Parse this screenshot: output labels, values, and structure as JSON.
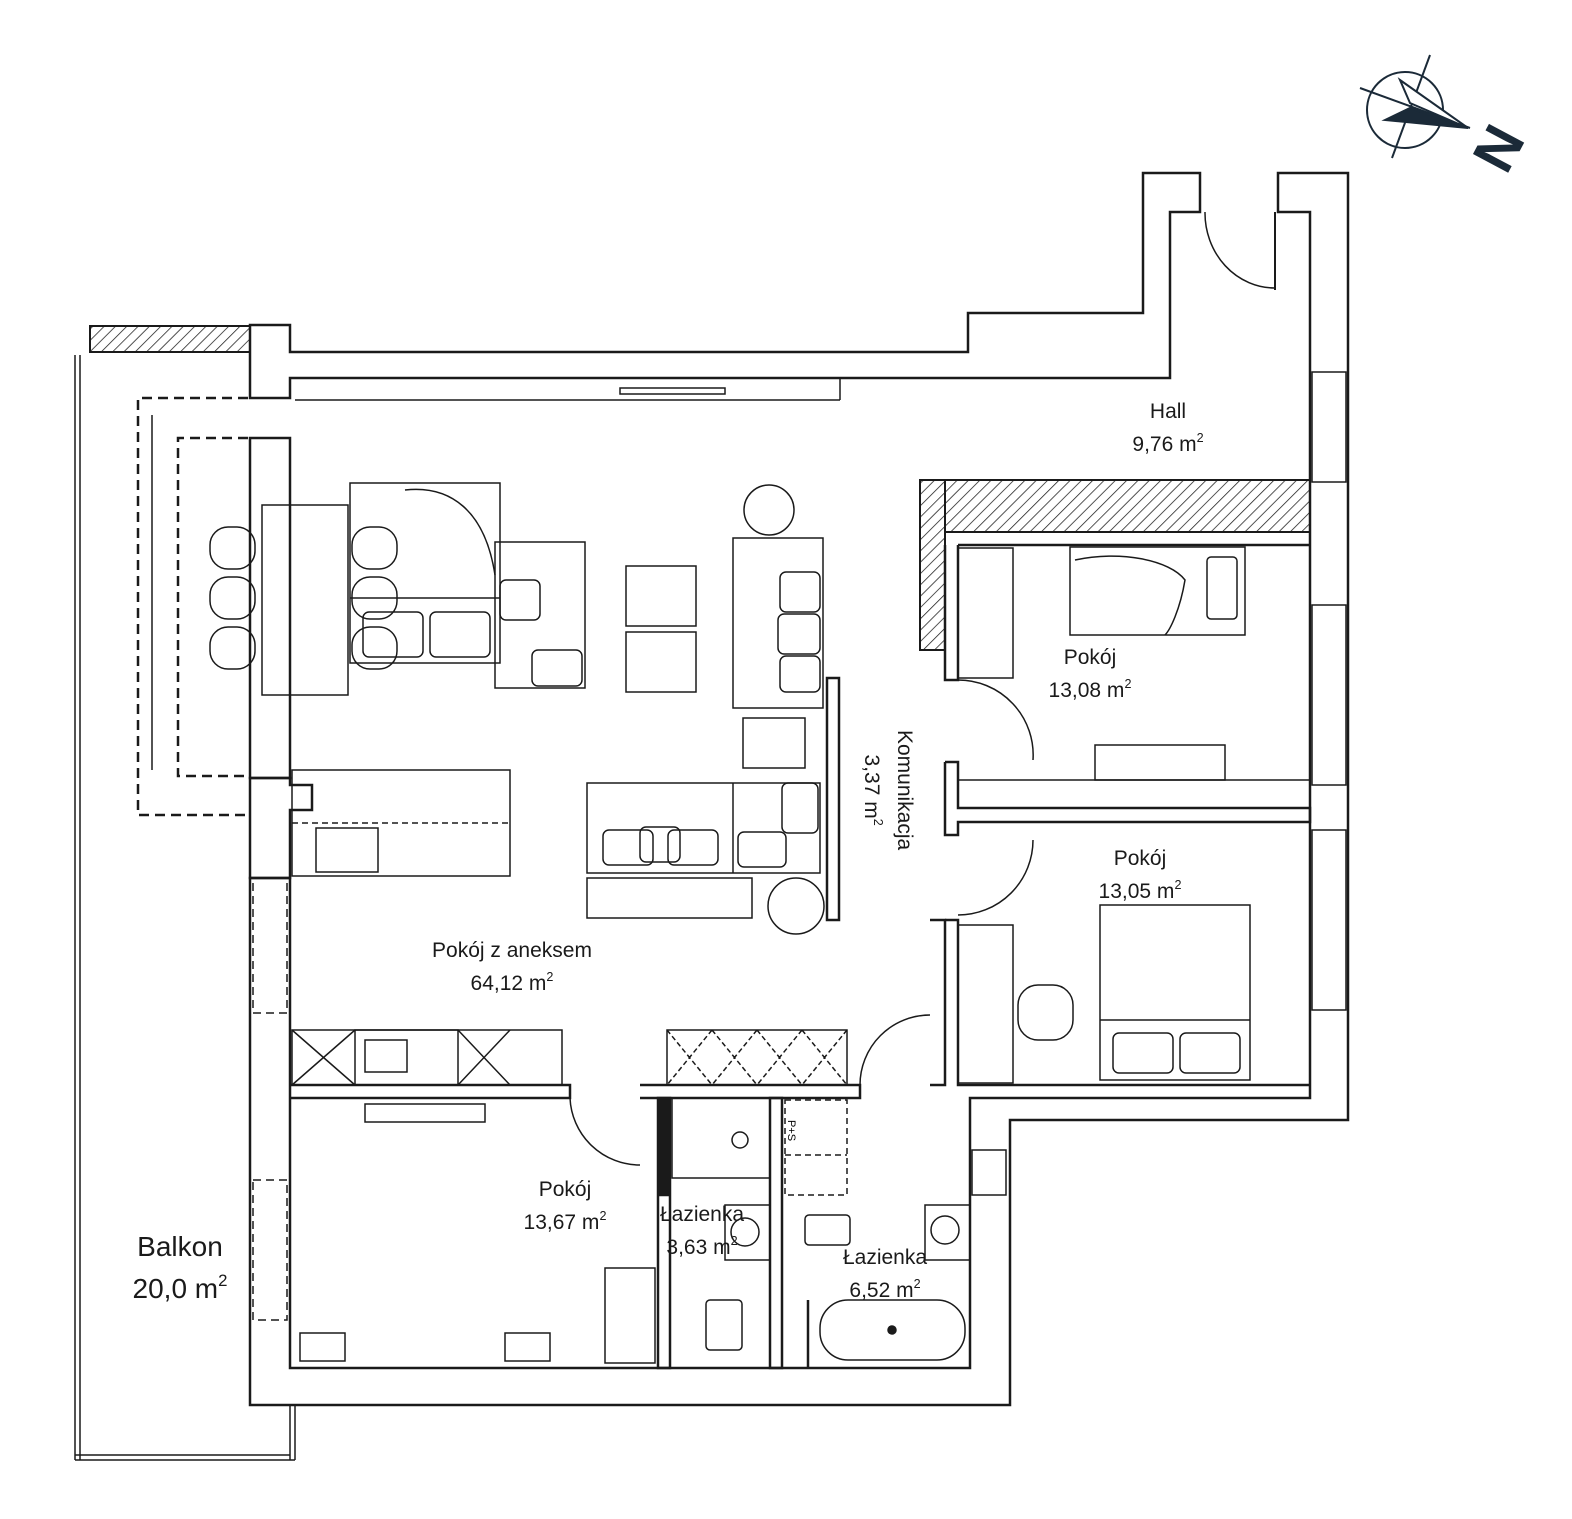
{
  "compass": {
    "label": "N",
    "color": "#1b2a38"
  },
  "rooms": [
    {
      "name": "Hall",
      "area": "9,76 m",
      "unit_exp": "2"
    },
    {
      "name": "Pokój",
      "area": "13,08 m",
      "unit_exp": "2"
    },
    {
      "name": "Pokój",
      "area": "13,05 m",
      "unit_exp": "2"
    },
    {
      "name": "Pokój z aneksem",
      "area": "64,12 m",
      "unit_exp": "2"
    },
    {
      "name": "Pokój",
      "area": "13,67 m",
      "unit_exp": "2"
    },
    {
      "name": "Łazienka",
      "area": "3,63 m",
      "unit_exp": "2"
    },
    {
      "name": "Łazienka",
      "area": "6,52 m",
      "unit_exp": "2"
    },
    {
      "name": "Balkon",
      "area": "20,0 m",
      "unit_exp": "2"
    }
  ],
  "corridor": {
    "name": "Komunikacja",
    "area": "3,37 m",
    "unit_exp": "2"
  },
  "fixtures": {
    "shower_label": "P+S"
  }
}
